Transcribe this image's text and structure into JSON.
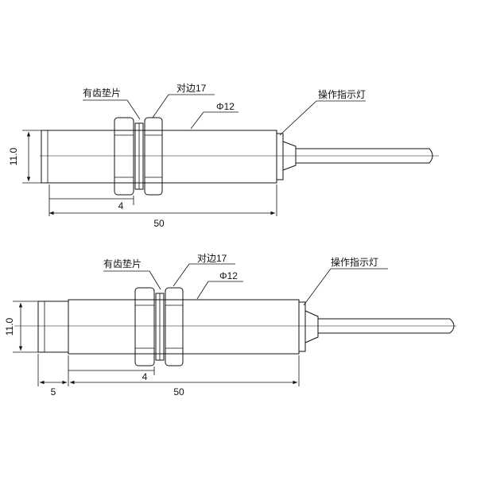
{
  "top_view": {
    "label_washer": "有齿垫片",
    "label_flats": "对边17",
    "label_diameter": "Φ12",
    "label_indicator": "操作指示灯",
    "dim_height": "11.0",
    "dim_nut": "4",
    "dim_length": "50"
  },
  "bottom_view": {
    "label_washer": "有齿垫片",
    "label_flats": "对边17",
    "label_diameter": "Φ12",
    "label_indicator": "操作指示灯",
    "dim_height": "11.0",
    "dim_face": "5",
    "dim_nut": "4",
    "dim_length": "50"
  }
}
